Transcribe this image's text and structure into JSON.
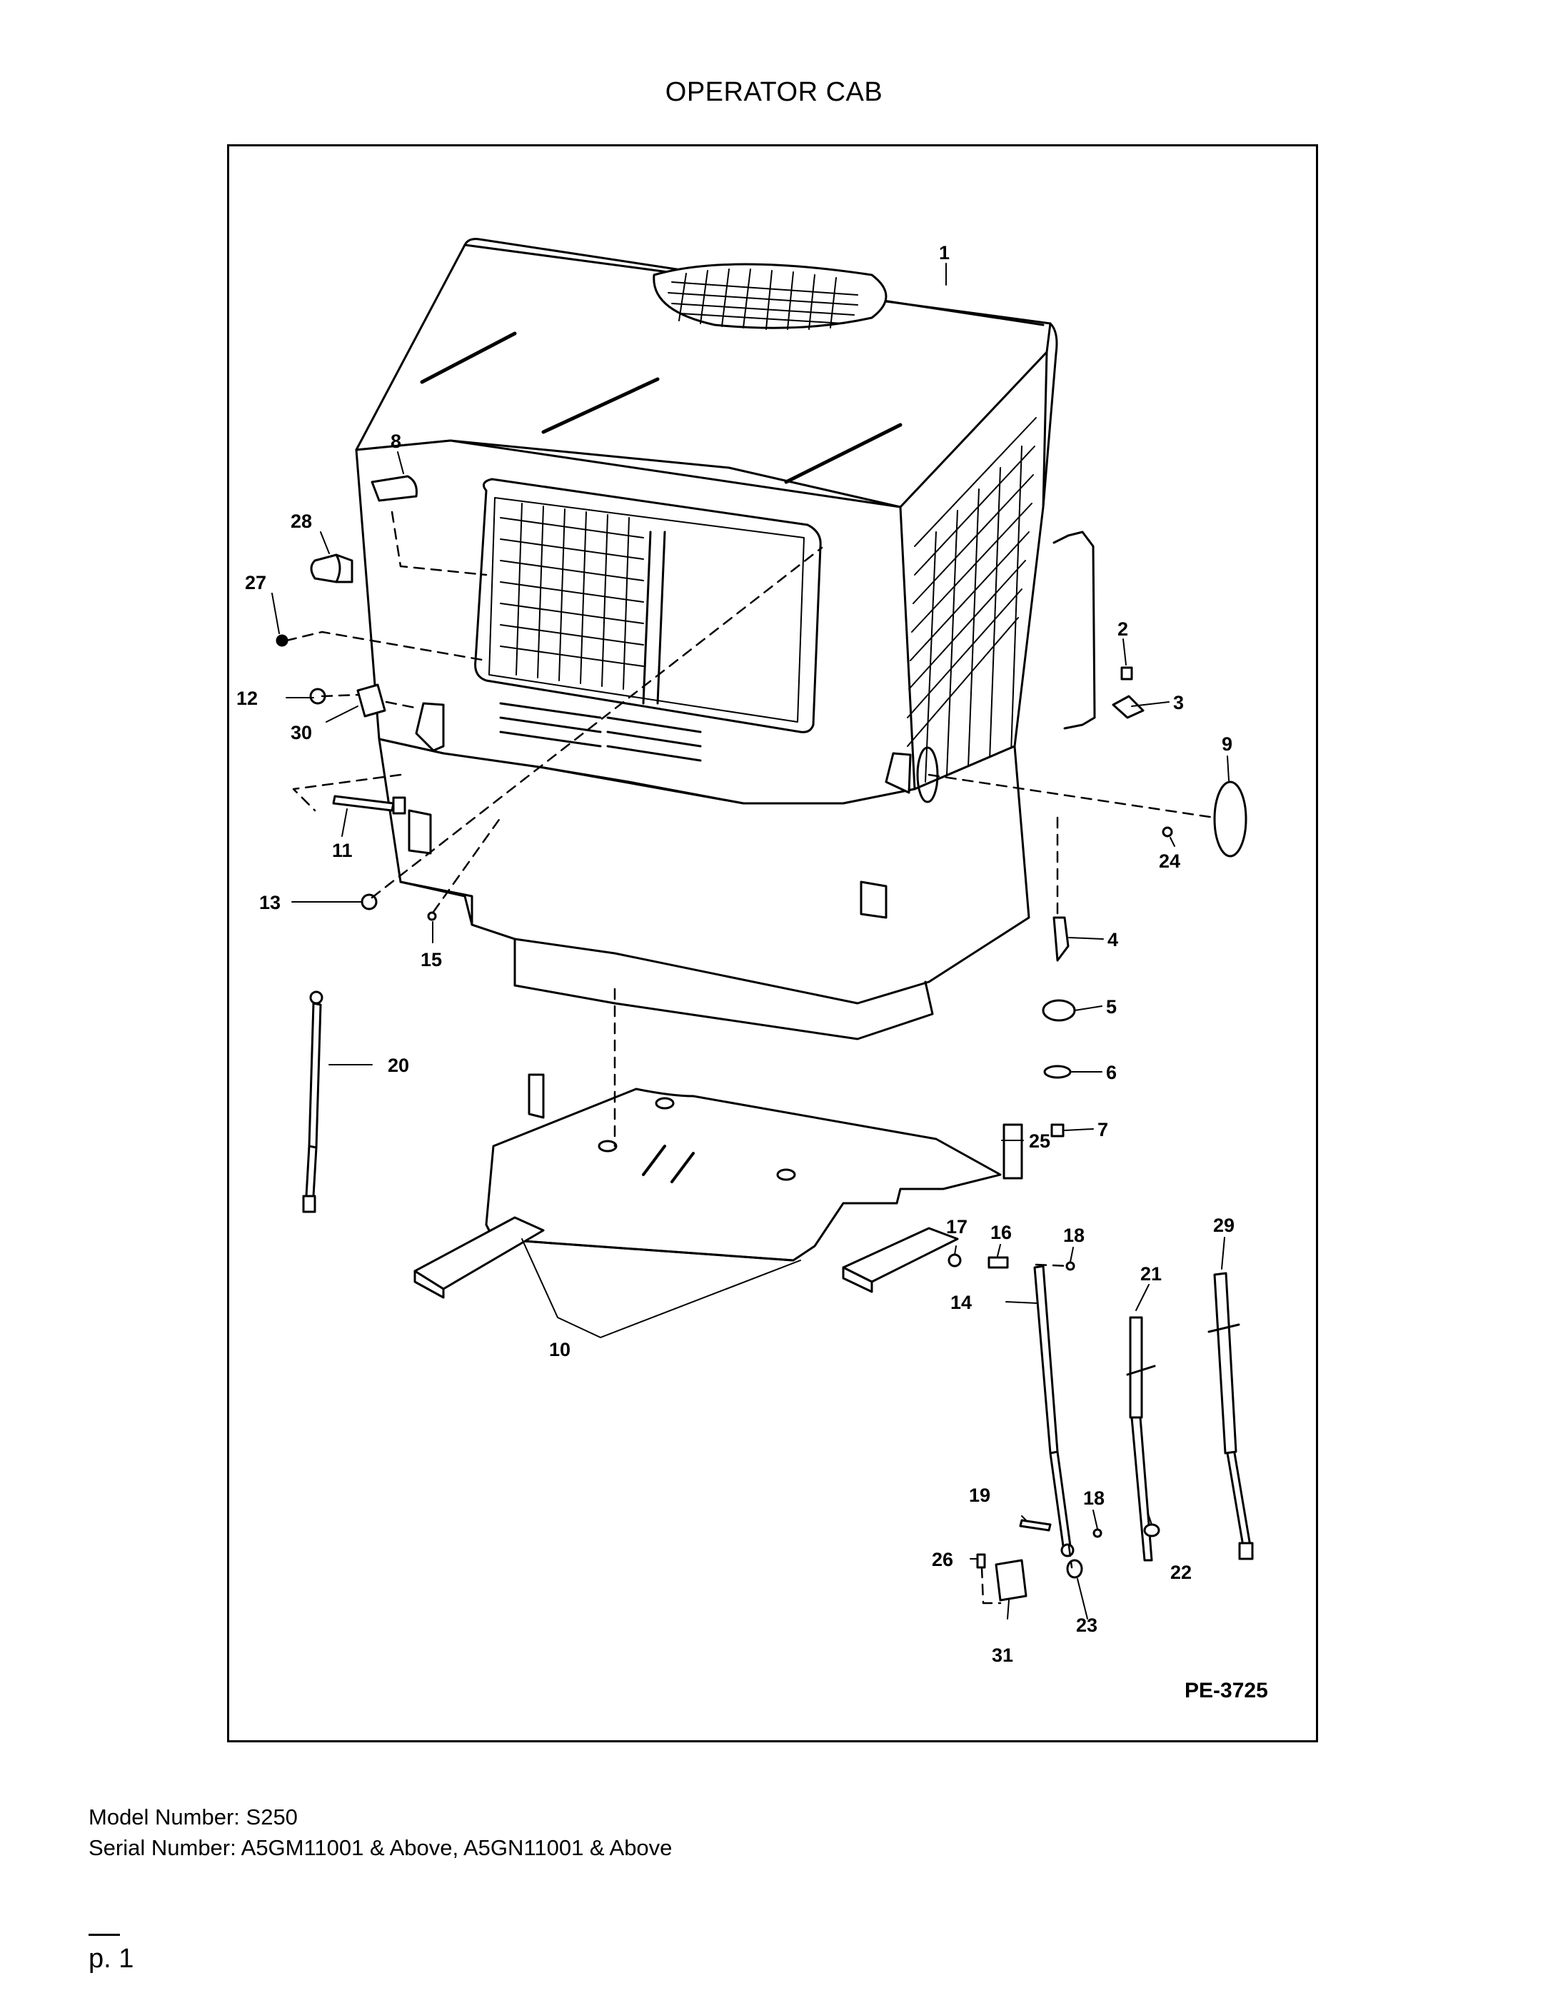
{
  "document": {
    "title": "OPERATOR CAB",
    "figure_id": "PE-3725",
    "callouts": [
      "1",
      "2",
      "3",
      "4",
      "5",
      "6",
      "7",
      "8",
      "9",
      "10",
      "11",
      "12",
      "13",
      "14",
      "15",
      "16",
      "17",
      "18",
      "18",
      "19",
      "20",
      "21",
      "22",
      "23",
      "24",
      "25",
      "26",
      "27",
      "28",
      "29",
      "30",
      "31"
    ],
    "model_line": "Model Number: S250",
    "serial_line": "Serial Number: A5GM11001 & Above, A5GN11001 & Above",
    "page_number": "p. 1"
  }
}
